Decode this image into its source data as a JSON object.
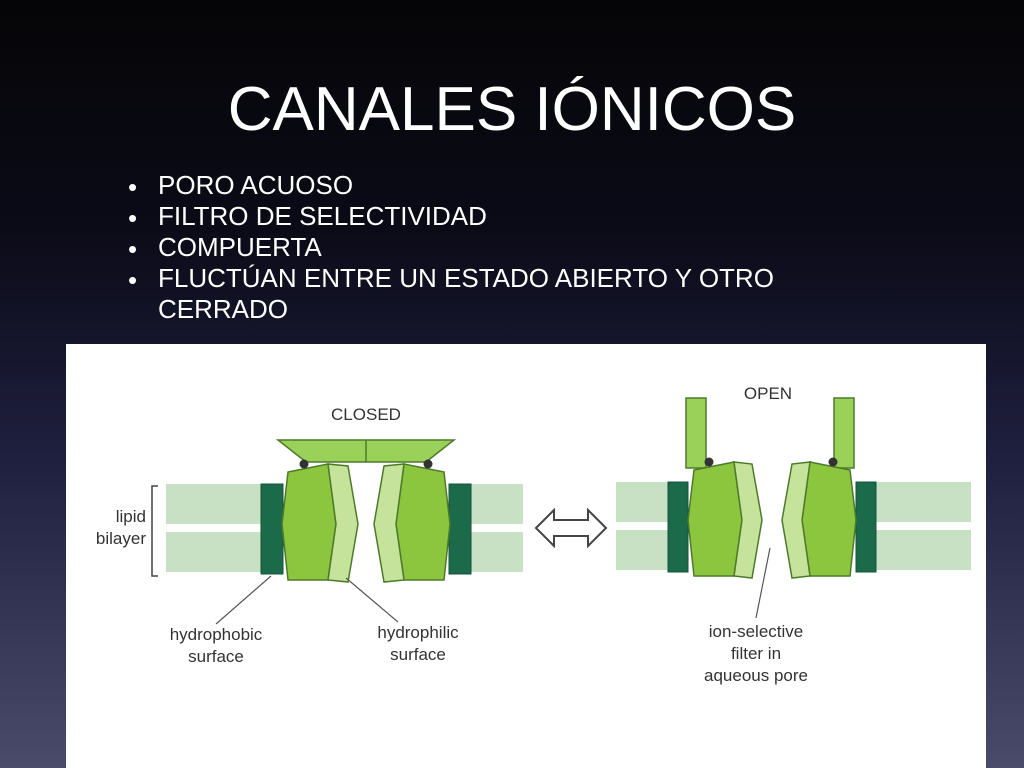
{
  "slide": {
    "title": "CANALES IÓNICOS",
    "bullets": [
      "PORO ACUOSO",
      "FILTRO DE SELECTIVIDAD",
      "COMPUERTA",
      "FLUCTÚAN ENTRE UN ESTADO ABIERTO Y OTRO CERRADO"
    ]
  },
  "diagram": {
    "label_closed": "CLOSED",
    "label_open": "OPEN",
    "label_lipid_bilayer": [
      "lipid",
      "bilayer"
    ],
    "label_hydrophobic": [
      "hydrophobic",
      "surface"
    ],
    "label_hydrophilic": [
      "hydrophilic",
      "surface"
    ],
    "label_filter": [
      "ion-selective",
      "filter in",
      "aqueous pore"
    ],
    "colors": {
      "protein": "#8cc63f",
      "protein_light": "#c5e39a",
      "gate": "#9ad158",
      "anchor": "#1b6b4a",
      "bilayer": "#c8e0c4",
      "outline": "#4d7a2a"
    }
  }
}
